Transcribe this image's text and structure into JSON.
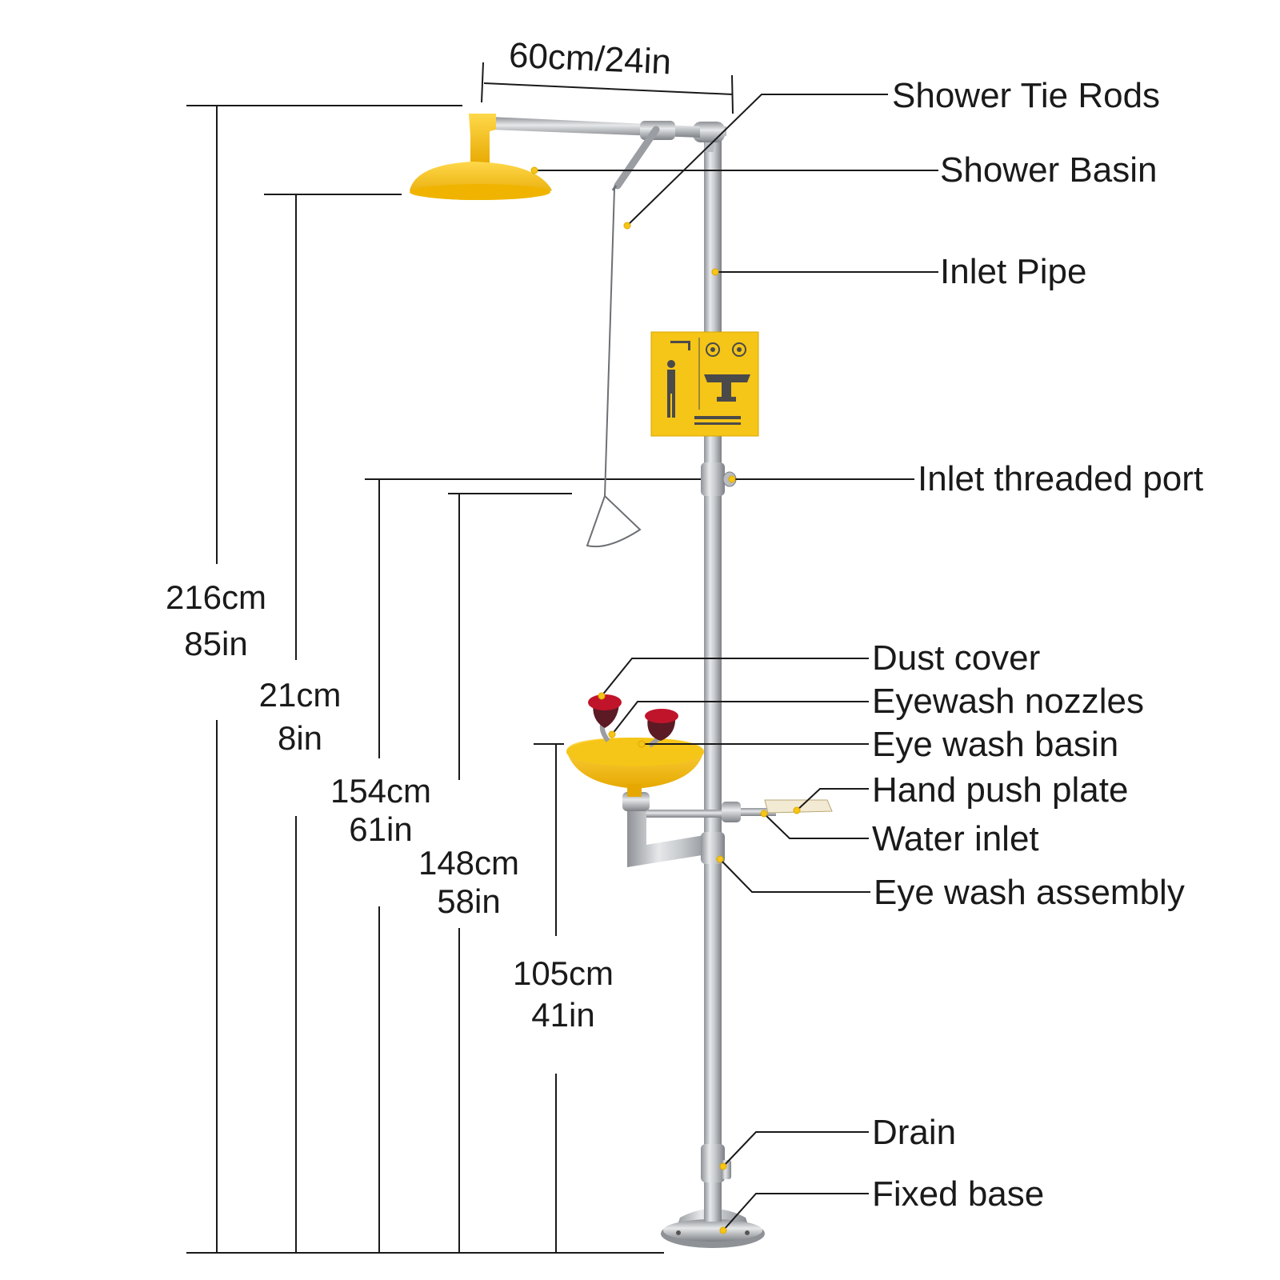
{
  "diagram": {
    "width_dimension": "60cm/24in",
    "dimensions": [
      {
        "cm": "216cm",
        "in": "85in"
      },
      {
        "cm": "21cm",
        "in": "8in"
      },
      {
        "cm": "154cm",
        "in": "61in"
      },
      {
        "cm": "148cm",
        "in": "58in"
      },
      {
        "cm": "105cm",
        "in": "41in"
      }
    ],
    "parts": [
      "Shower Tie Rods",
      "Shower Basin",
      "Inlet Pipe",
      "Inlet threaded port",
      "Dust cover",
      "Eyewash nozzles",
      "Eye wash basin",
      "Hand push plate",
      "Water inlet",
      "Eye wash assembly",
      "Drain",
      "Fixed base"
    ],
    "colors": {
      "accent_yellow": "#f5c518",
      "steel": "#b9bcc0",
      "nozzle_red": "#c0142a",
      "line": "#1a1a1a"
    }
  }
}
